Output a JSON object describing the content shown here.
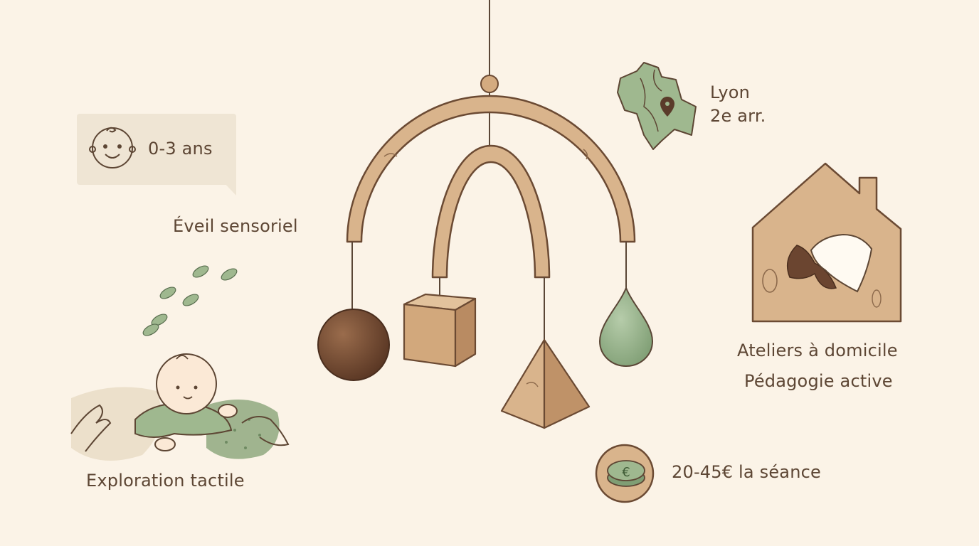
{
  "labels": {
    "age": "0-3 ans",
    "sensory": "Éveil sensoriel",
    "tactile": "Exploration tactile",
    "location_city": "Lyon",
    "location_district": "2e arr.",
    "workshops": "Ateliers à domicile",
    "pedagogy": "Pédagogie active",
    "price": "20-45€ la séance",
    "coin_symbol": "€"
  },
  "colors": {
    "background": "#fbf3e7",
    "wood": "#d9b48c",
    "wood_dark": "#6b4a33",
    "sage": "#9fb88f",
    "brown_sphere": "#6a4530",
    "text": "#5d4634"
  },
  "icons": [
    "baby-face-icon",
    "lyon-map-icon",
    "location-pin-icon",
    "house-wood-icon",
    "hand-icon",
    "footprints-icon",
    "coin-euro-icon",
    "wooden-mobile-illustration",
    "crawling-baby-illustration"
  ]
}
